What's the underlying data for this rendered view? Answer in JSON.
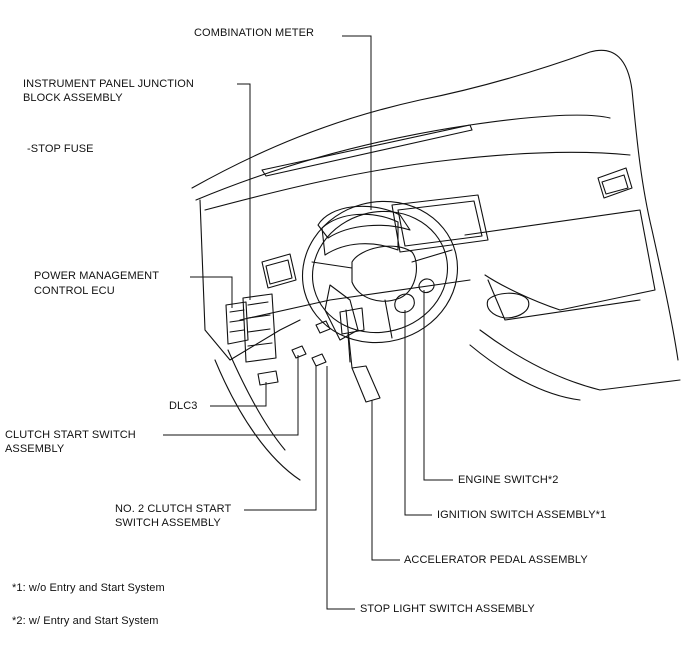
{
  "labels": {
    "combination_meter": "COMBINATION METER",
    "instrument_panel_jb_line1": "INSTRUMENT PANEL JUNCTION",
    "instrument_panel_jb_line2": "BLOCK ASSEMBLY",
    "stop_fuse": "-STOP FUSE",
    "power_mgmt_line1": "POWER MANAGEMENT",
    "power_mgmt_line2": "CONTROL ECU",
    "dlc3": "DLC3",
    "clutch_start_line1": "CLUTCH START SWITCH",
    "clutch_start_line2": "ASSEMBLY",
    "no2_clutch_line1": "NO. 2 CLUTCH START",
    "no2_clutch_line2": "SWITCH ASSEMBLY",
    "engine_switch": "ENGINE SWITCH*2",
    "ignition_switch": "IGNITION SWITCH ASSEMBLY*1",
    "accelerator_pedal": "ACCELERATOR PEDAL ASSEMBLY",
    "stop_light_switch": "STOP LIGHT SWITCH ASSEMBLY"
  },
  "notes": {
    "note1": "*1: w/o Entry and Start System",
    "note2": "*2: w/ Entry and Start System"
  },
  "colors": {
    "line": "#111111",
    "background": "#ffffff"
  }
}
